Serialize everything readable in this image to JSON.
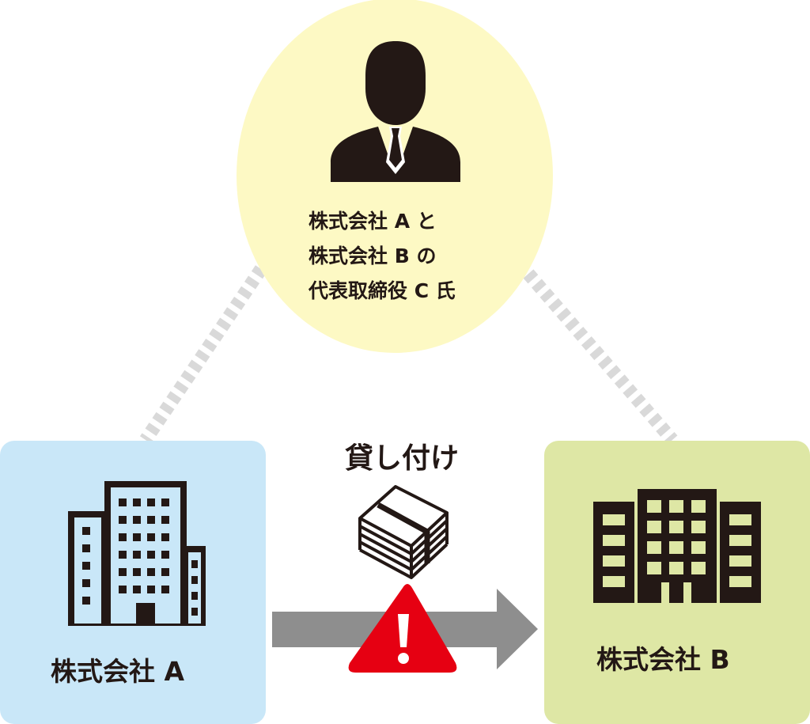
{
  "person": {
    "line1": "株式会社 A と",
    "line2": "株式会社 B の",
    "line3": "代表取締役 C 氏",
    "icon": "businessman-icon"
  },
  "company_a": {
    "label": "株式会社 A",
    "icon": "office-building-icon"
  },
  "company_b": {
    "label": "株式会社 B",
    "icon": "office-building-icon"
  },
  "transaction": {
    "label": "貸し付け",
    "money_icon": "cash-stack-icon",
    "warning_icon": "warning-icon",
    "arrow_icon": "arrow-right-icon"
  },
  "colors": {
    "person_circle": "#fdf9c4",
    "company_a_bg": "#c9e7f8",
    "company_b_bg": "#dee7a5",
    "ink": "#231815",
    "warning": "#e60012",
    "arrow": "#8e8e8e",
    "connector": "#d9d9d9"
  }
}
